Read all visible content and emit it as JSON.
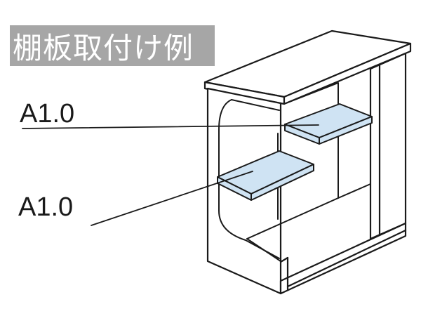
{
  "title": "棚板取付け例",
  "callouts": [
    {
      "label": "A1.0"
    },
    {
      "label": "A1.0"
    }
  ],
  "colors": {
    "title_bg": "#a6a6a6",
    "title_text": "#ffffff",
    "shelf_fill": "#cfe3f3",
    "line": "#1a1a1a",
    "cabinet_fill": "#ffffff"
  }
}
